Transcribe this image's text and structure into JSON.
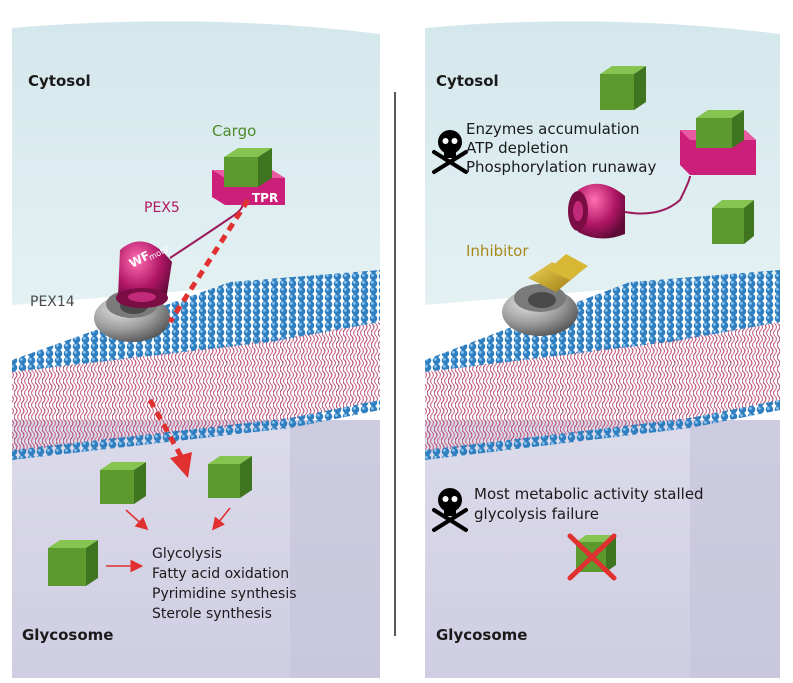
{
  "left_panel": {
    "top_label": "Cytosol",
    "bottom_label": "Glycosome",
    "cargo_label": "Cargo",
    "tpr_label": "TPR",
    "pex5_label": "PEX5",
    "wf_label": "WF",
    "motif_label": "motif",
    "pex14_label": "PEX14",
    "pathways": [
      "Glycolysis",
      "Fatty acid oxidation",
      "Pyrimidine synthesis",
      "Sterole synthesis"
    ]
  },
  "right_panel": {
    "top_label": "Cytosol",
    "bottom_label": "Glycosome",
    "effects": [
      "Enzymes accumulation",
      "ATP depletion",
      "Phosphorylation runaway"
    ],
    "inhibitor_label": "Inhibitor",
    "outcomes": [
      "Most metabolic activity stalled",
      "glycolysis failure"
    ]
  },
  "colors": {
    "cytosol": "#dcecef",
    "glycosome": "#d9d9e8",
    "membrane_blue": "#2f7fc0",
    "lipid_pink": "#b0486e",
    "cargo_green": "#5c9a2f",
    "pex5_magenta": "#cc1f7a",
    "cargo_label_green": "#4e8a2a",
    "inhibitor_gold": "#a88a1c",
    "red_arrow": "#e03030"
  }
}
